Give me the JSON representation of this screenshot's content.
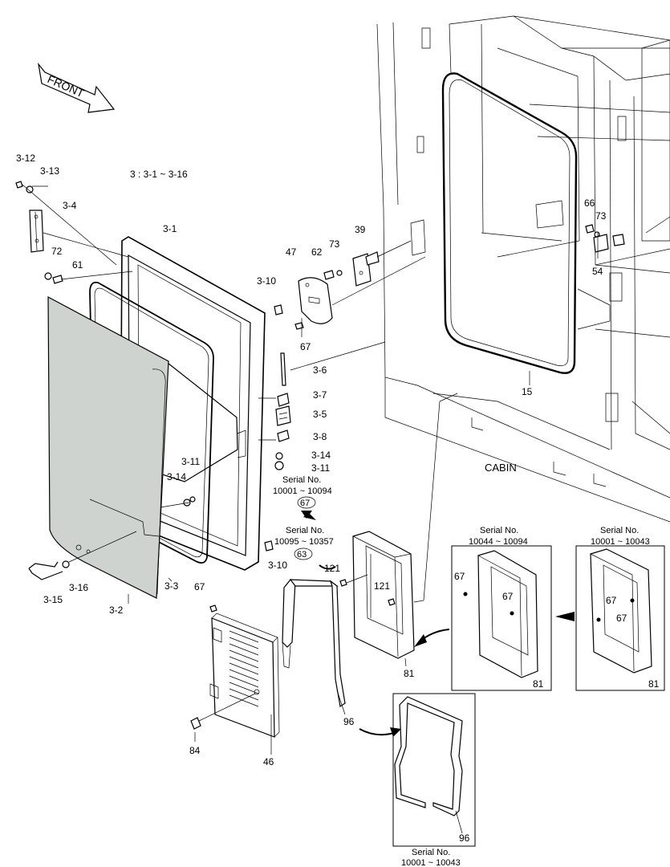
{
  "front_arrow": "FRONT",
  "assembly_note": "3 : 3-1 ~ 3-16",
  "cabin_label": "CABIN",
  "serial_notes": {
    "main_1": {
      "title": "Serial No.",
      "range": "10001 ~ 10094"
    },
    "main_2": {
      "title": "Serial No.",
      "range": "10095 ~ 10357"
    },
    "box_a": {
      "title": "Serial No.",
      "range": "10044 ~ 10094"
    },
    "box_b": {
      "title": "Serial No.",
      "range": "10001 ~ 10043"
    },
    "bottom": {
      "title": "Serial No.",
      "range": "10001 ~ 10043"
    }
  },
  "circled": {
    "c67": "67",
    "c63": "63"
  },
  "callouts": {
    "p3_12": "3-12",
    "p3_13": "3-13",
    "p3_4": "3-4",
    "p72": "72",
    "p61": "61",
    "p3_1": "3-1",
    "p3_10a": "3-10",
    "p47": "47",
    "p62": "62",
    "p73a": "73",
    "p39": "39",
    "p67a": "67",
    "p3_6": "3-6",
    "p3_7": "3-7",
    "p3_5": "3-5",
    "p3_8": "3-8",
    "p3_14a": "3-14",
    "p3_11a": "3-11",
    "p3_11b": "3-11",
    "p3_14b": "3-14",
    "p3_10b": "3-10",
    "p3_15": "3-15",
    "p3_16": "3-16",
    "p3_2": "3-2",
    "p3_3": "3-3",
    "p67b": "67",
    "p84": "84",
    "p46": "46",
    "p121a": "121",
    "p121b": "121",
    "p81a": "81",
    "p96a": "96",
    "p96b": "96",
    "p15": "15",
    "p66": "66",
    "p73b": "73",
    "p54": "54",
    "p67c": "67",
    "p67d": "67",
    "p81b": "81",
    "p67e": "67",
    "p67f": "67",
    "p81c": "81"
  }
}
